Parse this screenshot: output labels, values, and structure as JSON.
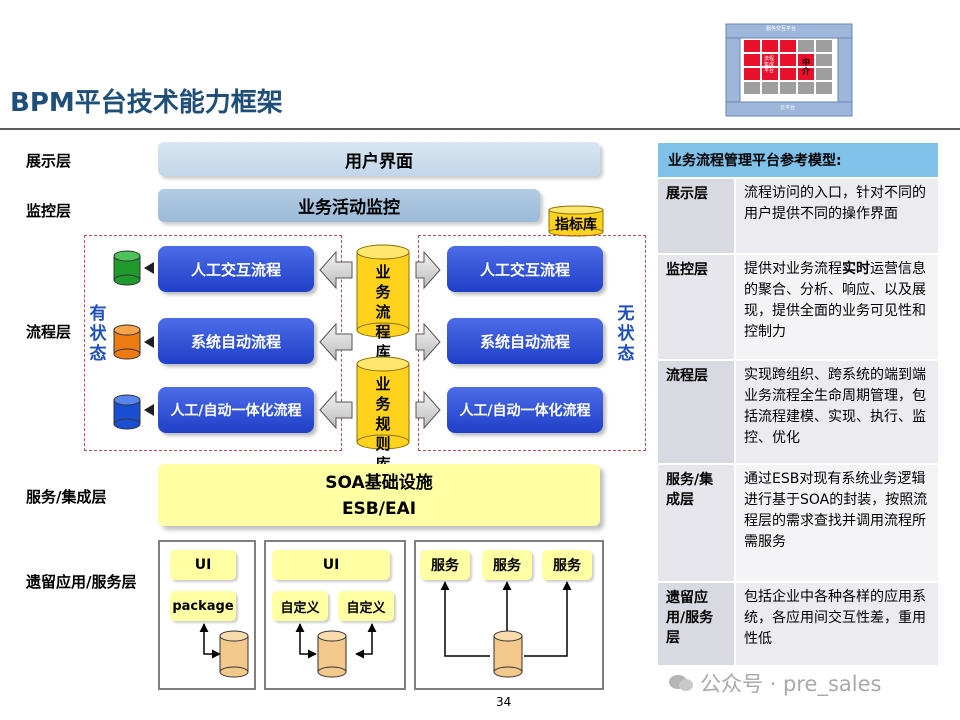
{
  "title": "BPM平台技术能力框架",
  "thumbnail": {
    "top_label": "服务交互平台",
    "mid_label": "流程集成平台",
    "bottom_label": "云平台",
    "side_label": "中介"
  },
  "layers": {
    "presentation": "展示层",
    "monitoring": "监控层",
    "process": "流程层",
    "service": "服务/集成层",
    "legacy": "遗留应用/服务层"
  },
  "ui_bar": "用户界面",
  "monitor_bar": "业务活动监控",
  "kpi_db": "指标库",
  "stateful": "有状态",
  "stateless": "无状态",
  "process_repo": "业务流程库",
  "rule_repo": "业务规则库",
  "left_flows": [
    "人工交互流程",
    "系统自动流程",
    "人工/自动一体化流程"
  ],
  "right_flows": [
    "人工交互流程",
    "系统自动流程",
    "人工/自动一体化流程"
  ],
  "soa": {
    "line1": "SOA基础设施",
    "line2": "ESB/EAI"
  },
  "legacy_boxes": {
    "box1": {
      "ui": "UI",
      "package": "package"
    },
    "box2": {
      "ui": "UI",
      "custom1": "自定义",
      "custom2": "自定义"
    },
    "box3": {
      "svc1": "服务",
      "svc2": "服务",
      "svc3": "服务"
    }
  },
  "table": {
    "header": "业务流程管理平台参考模型:",
    "rows": [
      {
        "layer": "展示层",
        "desc": "流程访问的入口，针对不同的用户提供不同的操作界面"
      },
      {
        "layer": "监控层",
        "desc_pre": "提供对业务流程",
        "desc_bold": "实时",
        "desc_post": "运营信息的聚合、分析、响应、以及展现，提供全面的业务可见性和控制力"
      },
      {
        "layer": "流程层",
        "desc": "实现跨组织、跨系统的端到端业务流程全生命周期管理，包括流程建模、实现、执行、监控、优化"
      },
      {
        "layer": "服务/集成层",
        "desc": "通过ESB对现有系统业务逻辑进行基于SOA的封装，按照流程层的需求查找并调用流程所需服务"
      },
      {
        "layer": "遗留应用/服务层",
        "desc": "包括企业中各种各样的应用系统，各应用间交互性差，重用性低"
      }
    ]
  },
  "watermark": "公众号 · pre_sales",
  "page_number": "34",
  "colors": {
    "title": "#1f4e79",
    "flow_blue": "#2a4bd4",
    "dash_red": "#c0504d",
    "db_yellow": "#ffd21e",
    "table_header": "#7fc1e9"
  }
}
